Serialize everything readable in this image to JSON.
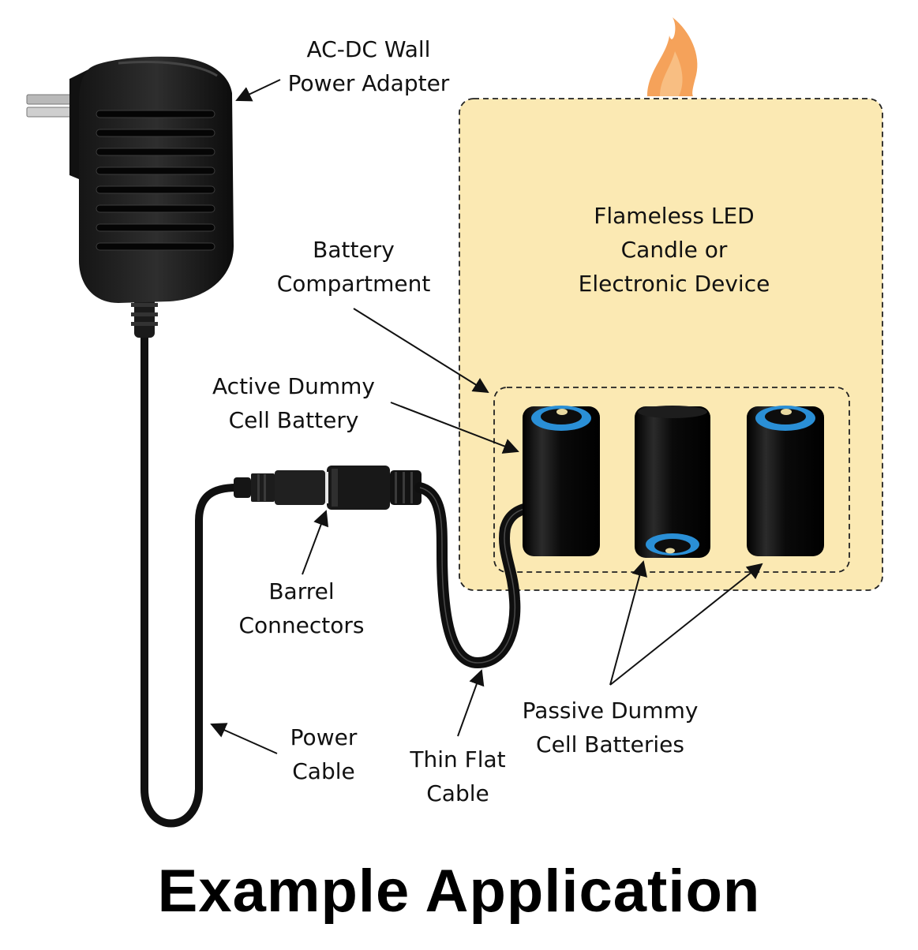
{
  "title": "Example Application",
  "labels": {
    "adapter": [
      "AC-DC Wall",
      "Power Adapter"
    ],
    "device": [
      "Flameless LED",
      "Candle or",
      "Electronic Device"
    ],
    "compartment": [
      "Battery",
      "Compartment"
    ],
    "active": [
      "Active Dummy",
      "Cell Battery"
    ],
    "barrel": [
      "Barrel",
      "Connectors"
    ],
    "power_cable": [
      "Power",
      "Cable"
    ],
    "flat_cable": [
      "Thin Flat",
      "Cable"
    ],
    "passive": [
      "Passive Dummy",
      "Cell Batteries"
    ]
  },
  "colors": {
    "device_fill": "#fbe9b3",
    "flame": "#f5a25a",
    "battery_body": "#0b0b0b",
    "battery_ring": "#2a8fd6",
    "contact": "#e8d9a0"
  },
  "icons": [
    "wall-adapter-icon",
    "flame-icon",
    "battery-icon",
    "barrel-connector-icon"
  ]
}
